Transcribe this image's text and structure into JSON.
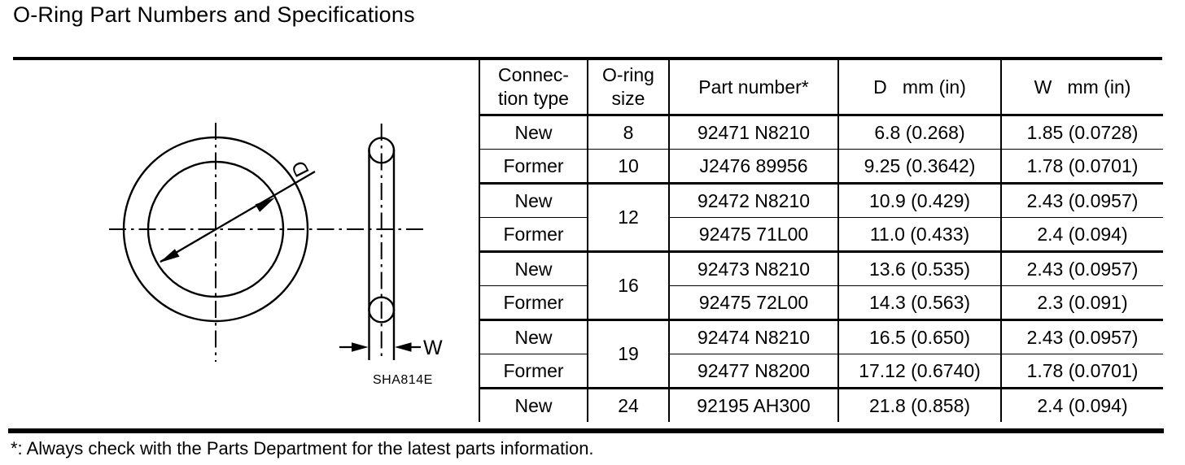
{
  "page": {
    "title": "O-Ring Part Numbers and Specifications",
    "footnote": "*: Always check with the Parts Department for the latest parts information."
  },
  "diagram": {
    "label_d": "D",
    "label_w": "W",
    "figure_code": "SHA814E"
  },
  "table": {
    "headers": [
      "Connec-\ntion type",
      "O-ring\nsize",
      "Part number*",
      "D   mm (in)",
      "W   mm (in)"
    ],
    "groups": [
      {
        "size": "8",
        "rows": [
          {
            "type": "New",
            "part": "92471 N8210",
            "d": "6.8 (0.268)",
            "w": "1.85 (0.0728)"
          }
        ]
      },
      {
        "size": "10",
        "rows": [
          {
            "type": "Former",
            "part": "J2476 89956",
            "d": "9.25 (0.3642)",
            "w": "1.78 (0.0701)"
          }
        ]
      },
      {
        "size": "12",
        "rows": [
          {
            "type": "New",
            "part": "92472 N8210",
            "d": "10.9 (0.429)",
            "w": "2.43 (0.0957)"
          },
          {
            "type": "Former",
            "part": "92475 71L00",
            "d": "11.0 (0.433)",
            "w": "2.4 (0.094)"
          }
        ]
      },
      {
        "size": "16",
        "rows": [
          {
            "type": "New",
            "part": "92473 N8210",
            "d": "13.6 (0.535)",
            "w": "2.43 (0.0957)"
          },
          {
            "type": "Former",
            "part": "92475 72L00",
            "d": "14.3 (0.563)",
            "w": "2.3 (0.091)"
          }
        ]
      },
      {
        "size": "19",
        "rows": [
          {
            "type": "New",
            "part": "92474 N8210",
            "d": "16.5 (0.650)",
            "w": "2.43 (0.0957)"
          },
          {
            "type": "Former",
            "part": "92477 N8200",
            "d": "17.12 (0.6740)",
            "w": "1.78 (0.0701)"
          }
        ]
      },
      {
        "size": "24",
        "rows": [
          {
            "type": "New",
            "part": "92195 AH300",
            "d": "21.8 (0.858)",
            "w": "2.4 (0.094)"
          }
        ]
      }
    ]
  },
  "colors": {
    "ink": "#000000",
    "paper": "#ffffff"
  }
}
